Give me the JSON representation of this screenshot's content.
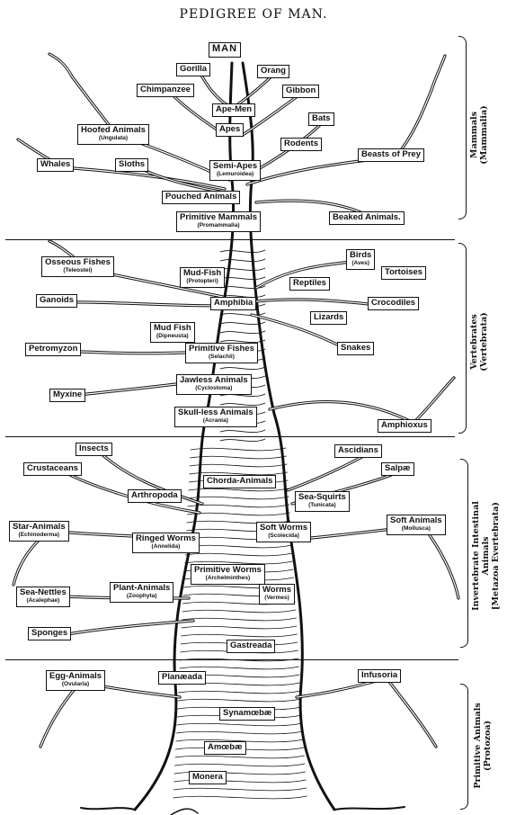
{
  "title": "PEDIGREE OF MAN.",
  "colors": {
    "ink": "#111111",
    "paper": "#ffffff"
  },
  "groups": [
    {
      "id": "mammals",
      "name": "Mammals",
      "sub": "(Mammalia)"
    },
    {
      "id": "vertebrates",
      "name": "Vertebrates",
      "sub": "(Vertebrata)"
    },
    {
      "id": "invertebrates",
      "lines": [
        "Invertebrate Intestinal",
        "Animals",
        "[Metazoa Evertebrata)"
      ]
    },
    {
      "id": "primitive",
      "lines": [
        "Primitive Animals",
        "(Protozoa)"
      ]
    }
  ],
  "nodes": [
    {
      "id": "man",
      "name": "MAN"
    },
    {
      "id": "gorilla",
      "name": "Gorilla"
    },
    {
      "id": "orang",
      "name": "Orang"
    },
    {
      "id": "chimpanzee",
      "name": "Chimpanzee"
    },
    {
      "id": "gibbon",
      "name": "Gibbon"
    },
    {
      "id": "ape-men",
      "name": "Ape-Men"
    },
    {
      "id": "hoofed",
      "name": "Hoofed Animals",
      "sub": "(Ungulata)"
    },
    {
      "id": "apes",
      "name": "Apes"
    },
    {
      "id": "bats",
      "name": "Bats"
    },
    {
      "id": "rodents",
      "name": "Rodents"
    },
    {
      "id": "whales",
      "name": "Whales"
    },
    {
      "id": "sloths",
      "name": "Sloths"
    },
    {
      "id": "semi-apes",
      "name": "Semi-Apes",
      "sub": "(Lemuroidea)"
    },
    {
      "id": "beasts-of-prey",
      "name": "Beasts of Prey"
    },
    {
      "id": "pouched",
      "name": "Pouched Animals"
    },
    {
      "id": "primitive-mammals",
      "name": "Primitive Mammals",
      "sub": "(Promammalia)"
    },
    {
      "id": "beaked",
      "name": "Beaked Animals."
    },
    {
      "id": "osseous-fishes",
      "name": "Osseous Fishes",
      "sub": "(Teleostei)"
    },
    {
      "id": "mud-fish-1",
      "name": "Mud-Fish",
      "sub": "(Protopteri)"
    },
    {
      "id": "birds",
      "name": "Birds",
      "sub": "(Aves)"
    },
    {
      "id": "tortoises",
      "name": "Tortoises"
    },
    {
      "id": "ganoids",
      "name": "Ganoids"
    },
    {
      "id": "amphibia",
      "name": "Amphibia"
    },
    {
      "id": "reptiles",
      "name": "Reptiles"
    },
    {
      "id": "crocodiles",
      "name": "Crocodiles"
    },
    {
      "id": "lizards",
      "name": "Lizards"
    },
    {
      "id": "mud-fish-2",
      "name": "Mud Fish",
      "sub": "(Dipneusta)"
    },
    {
      "id": "primitive-fishes",
      "name": "Primitive Fishes",
      "sub": "(Selachii)"
    },
    {
      "id": "petromyzon",
      "name": "Petromyzon"
    },
    {
      "id": "snakes",
      "name": "Snakes"
    },
    {
      "id": "jawless",
      "name": "Jawless Animals",
      "sub": "(Cyclostoma)"
    },
    {
      "id": "myxine",
      "name": "Myxine"
    },
    {
      "id": "skull-less",
      "name": "Skull-less Animals",
      "sub": "(Acrania)"
    },
    {
      "id": "amphioxus",
      "name": "Amphioxus"
    },
    {
      "id": "insects",
      "name": "Insects"
    },
    {
      "id": "ascidians",
      "name": "Ascidians"
    },
    {
      "id": "crustaceans",
      "name": "Crustaceans"
    },
    {
      "id": "salpae",
      "name": "Salpæ"
    },
    {
      "id": "chorda",
      "name": "Chorda-Animals"
    },
    {
      "id": "arthropods",
      "name": "Arthropoda"
    },
    {
      "id": "sea-squirts",
      "name": "Sea-Squirts",
      "sub": "(Tunicata)"
    },
    {
      "id": "star-animals",
      "name": "Star-Animals",
      "sub": "(Echinoderma)"
    },
    {
      "id": "soft-worms",
      "name": "Soft Worms",
      "sub": "(Scolecida)"
    },
    {
      "id": "soft-animals",
      "name": "Soft Animals",
      "sub": "(Mollusca)"
    },
    {
      "id": "ringed-worms",
      "name": "Ringed Worms",
      "sub": "(Annelida)"
    },
    {
      "id": "primitive-worms",
      "name": "Primitive Worms",
      "sub": "(Archelminthes)"
    },
    {
      "id": "sea-nettles",
      "name": "Sea-Nettles",
      "sub": "(Acalephae)"
    },
    {
      "id": "plant-animals",
      "name": "Plant-Animals",
      "sub": "(Zoophyta)"
    },
    {
      "id": "worms",
      "name": "Worms",
      "sub": "(Vermes)"
    },
    {
      "id": "sponges",
      "name": "Sponges"
    },
    {
      "id": "gastraeada",
      "name": "Gastreada"
    },
    {
      "id": "egg-animals",
      "name": "Egg-Animals",
      "sub": "(Ovularia)"
    },
    {
      "id": "planaeada",
      "name": "Planæada"
    },
    {
      "id": "infusoria",
      "name": "Infusoria"
    },
    {
      "id": "synamoebae",
      "name": "Synamœbæ"
    },
    {
      "id": "amoebae",
      "name": "Amœbæ"
    },
    {
      "id": "monera",
      "name": "Monera"
    }
  ]
}
